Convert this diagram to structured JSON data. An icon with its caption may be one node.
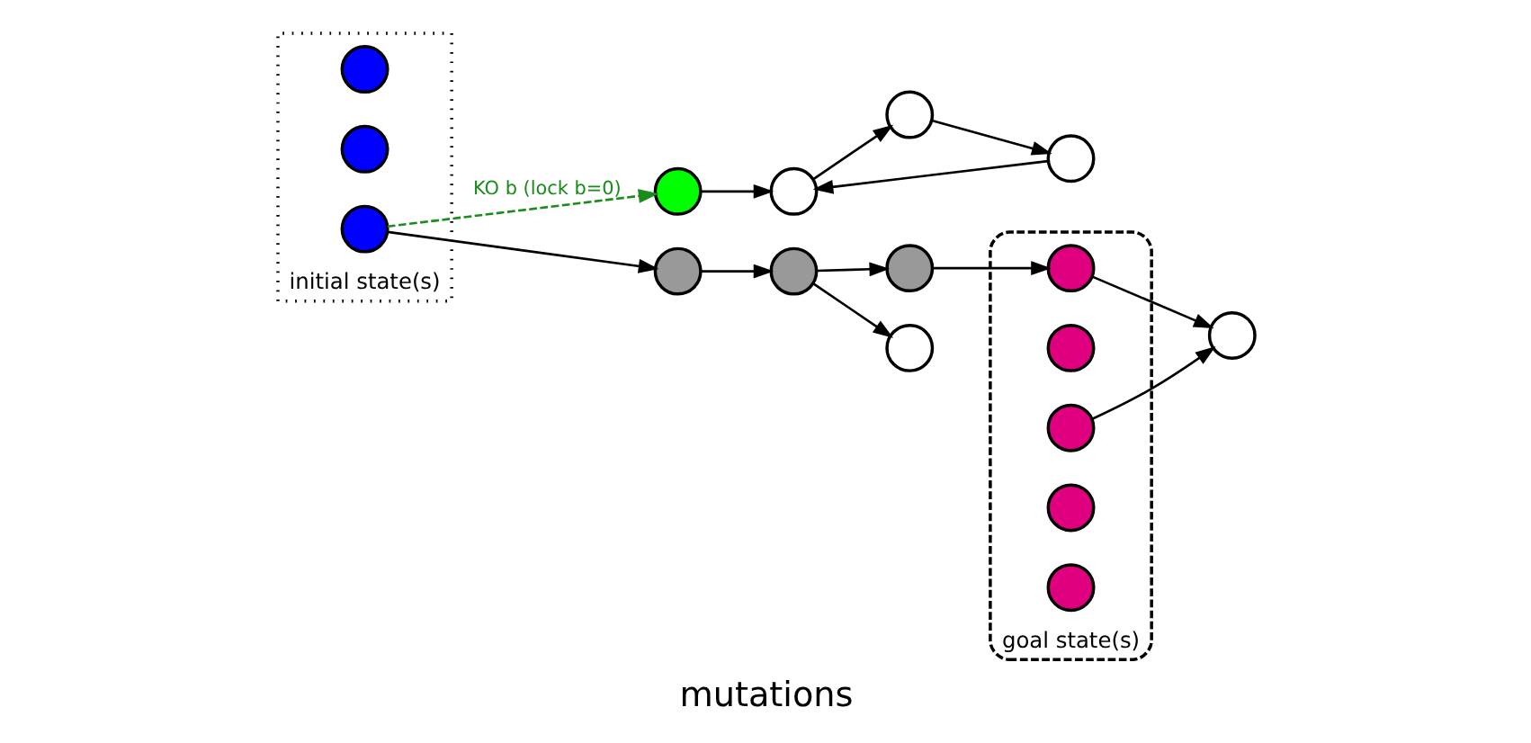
{
  "diagram": {
    "caption": "mutations",
    "nodes": [
      {
        "text": [
          "initial state(s)"
        ]
      },
      {
        "text": [],
        "shape": "circle",
        "in": 0
      },
      {
        "text": [],
        "shape": "circle",
        "in": 0
      },
      {
        "text": [],
        "shape": "circle",
        "in": 0
      },
      {
        "text": [],
        "shape": "circle"
      },
      {
        "text": [],
        "shape": "circle"
      },
      {
        "text": [],
        "shape": "circle"
      },
      {
        "text": [],
        "shape": "circle"
      },
      {
        "text": [],
        "shape": "circle"
      },
      {
        "text": [],
        "shape": "circle"
      },
      {
        "text": [],
        "shape": "circle"
      },
      {
        "text": [],
        "shape": "circle"
      },
      {
        "text": [
          "goal state(s)"
        ]
      },
      {
        "text": [],
        "shape": "circle",
        "in": 12
      },
      {
        "text": [],
        "shape": "circle",
        "in": 12
      },
      {
        "text": [],
        "shape": "circle",
        "in": 12
      },
      {
        "text": [],
        "shape": "circle",
        "in": 12
      },
      {
        "text": [],
        "shape": "circle",
        "in": 12
      },
      {
        "text": [],
        "shape": "circle"
      }
    ],
    "edges": [
      {
        "from": 3,
        "to": 4,
        "arrow": "to",
        "label": "KO b (lock b=0)",
        "style": "dashed",
        "color": "#1a8c1a"
      },
      {
        "from": 4,
        "to": 5,
        "arrow": "to"
      },
      {
        "from": 6,
        "to": 5,
        "arrow": "to"
      },
      {
        "from": 5,
        "to": 7,
        "arrow": "to"
      },
      {
        "from": 7,
        "to": 6,
        "arrow": "to"
      },
      {
        "from": 3,
        "to": 8,
        "arrow": "to"
      },
      {
        "from": 8,
        "to": 9,
        "arrow": "to"
      },
      {
        "from": 9,
        "to": 10,
        "arrow": "to"
      },
      {
        "from": 9,
        "to": 11,
        "arrow": "to"
      },
      {
        "from": 10,
        "to": 13,
        "arrow": "to"
      },
      {
        "from": 13,
        "to": 18,
        "arrow": "to"
      },
      {
        "from": 15,
        "to": 18,
        "arrow": "to"
      }
    ]
  }
}
